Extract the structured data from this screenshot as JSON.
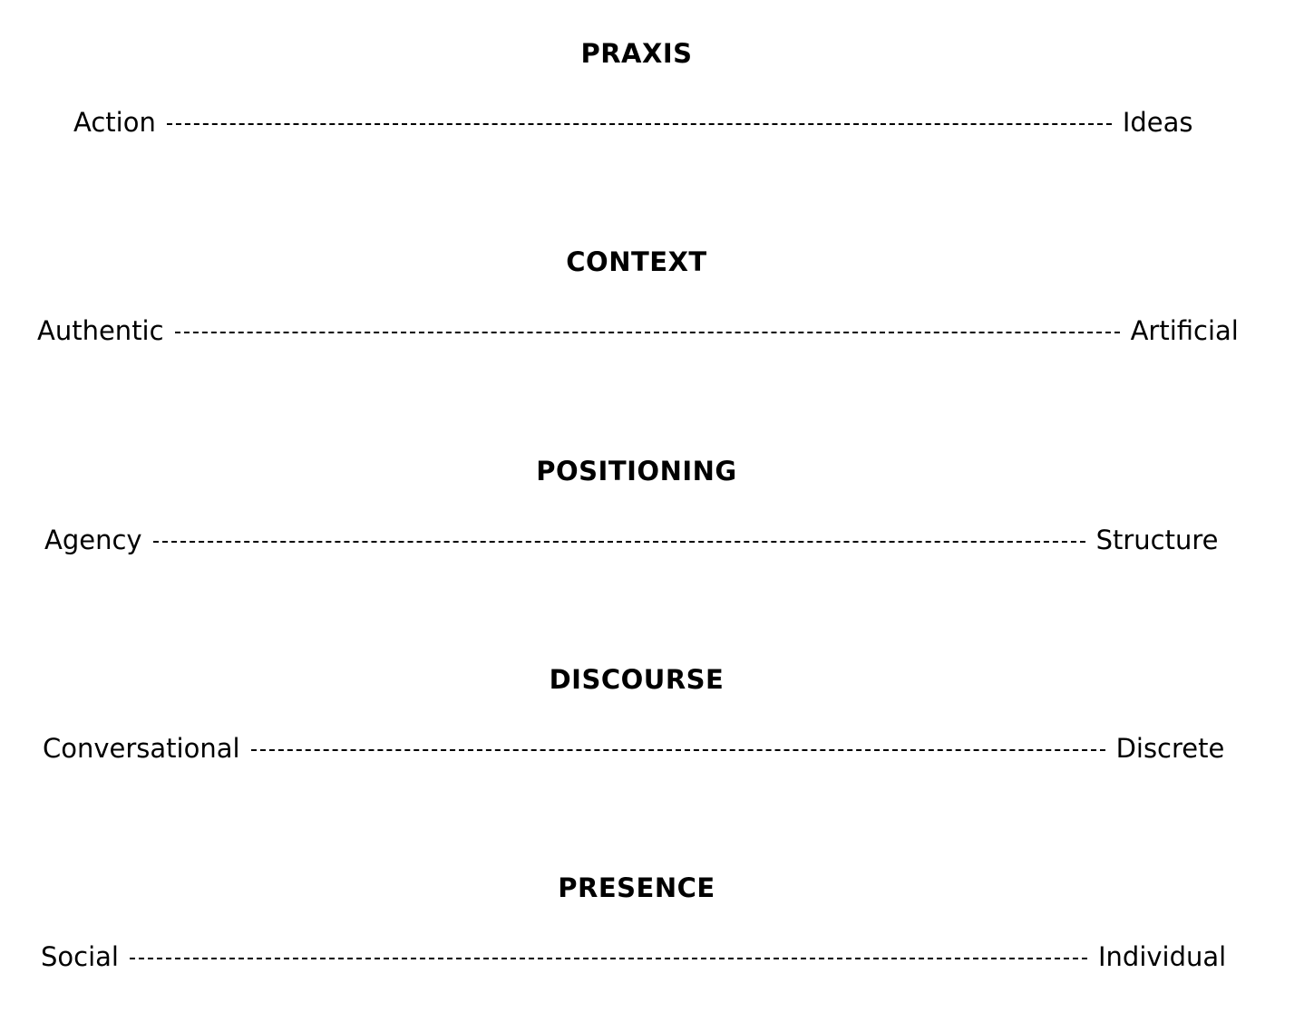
{
  "dimensions": [
    {
      "title": "PRAXIS",
      "left_pole": "Action",
      "right_pole": "Ideas"
    },
    {
      "title": "CONTEXT",
      "left_pole": "Authentic",
      "right_pole": "Artificial"
    },
    {
      "title": "POSITIONING",
      "left_pole": "Agency",
      "right_pole": "Structure"
    },
    {
      "title": "DISCOURSE",
      "left_pole": "Conversational",
      "right_pole": "Discrete"
    },
    {
      "title": "PRESENCE",
      "left_pole": "Social",
      "right_pole": "Individual"
    }
  ]
}
